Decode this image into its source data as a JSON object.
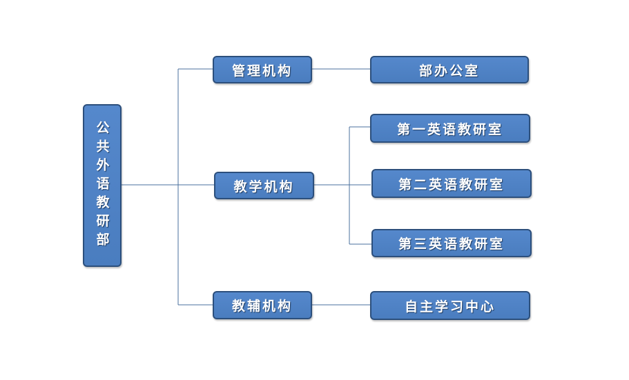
{
  "root": {
    "label": "公共外语教研部"
  },
  "branches": [
    {
      "label": "管理机构",
      "children": [
        "部办公室"
      ]
    },
    {
      "label": "教学机构",
      "children": [
        "第一英语教研室",
        "第二英语教研室",
        "第三英语教研室"
      ]
    },
    {
      "label": "教辅机构",
      "children": [
        "自主学习中心"
      ]
    }
  ],
  "colors": {
    "node_fill": "#4f82c4",
    "node_border": "#2c4f7c",
    "connector": "#4a6f9c"
  }
}
